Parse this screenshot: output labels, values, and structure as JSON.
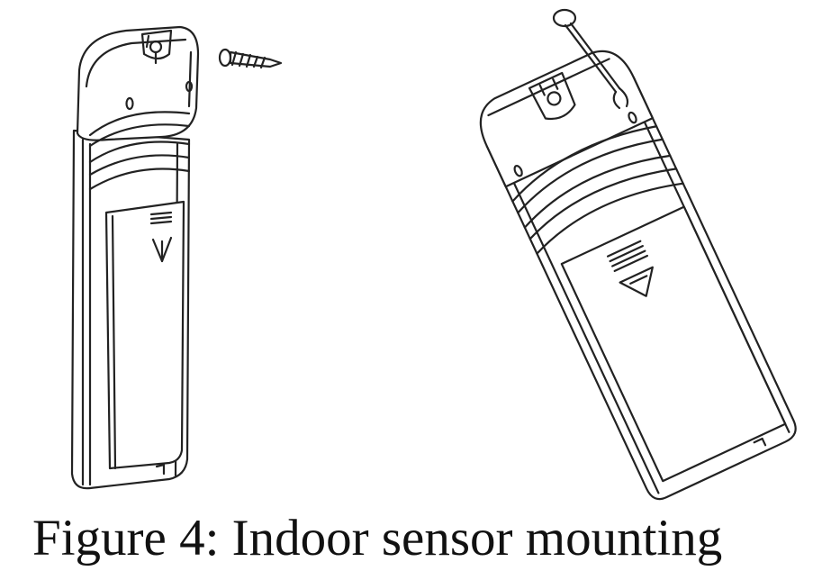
{
  "figure": {
    "caption": "Figure 4: Indoor sensor mounting"
  },
  "colors": {
    "line": "#222222",
    "fill": "#ffffff"
  },
  "illustrations": [
    {
      "name": "sensor-screw-mount",
      "icon": "screw-icon"
    },
    {
      "name": "sensor-hanging-mount",
      "icon": "hanging-loop-icon"
    }
  ]
}
